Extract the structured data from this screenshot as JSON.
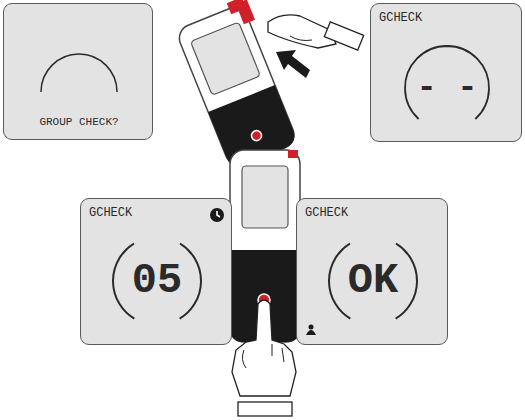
{
  "diagram": {
    "nodes": [
      {
        "text": [
          "GROUP CHECK?"
        ]
      },
      {
        "text": [
          "GCHECK",
          "- -"
        ]
      },
      {
        "text": [
          "GCHECK",
          "05"
        ]
      },
      {
        "text": [
          "GCHECK",
          "OK"
        ]
      }
    ]
  }
}
